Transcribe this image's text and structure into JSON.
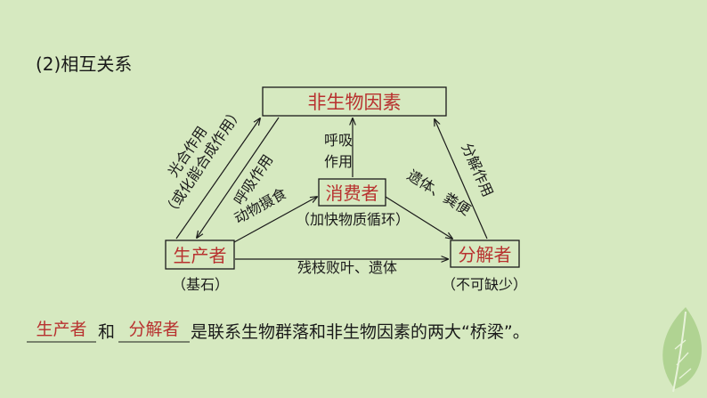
{
  "heading": "(2)相互关系",
  "nodes": {
    "abiotic": "非生物因素",
    "consumer": "消费者",
    "producer": "生产者",
    "decomposer": "分解者"
  },
  "notes": {
    "consumer": "（加快物质循环）",
    "producer": "（基石）",
    "decomposer": "（不可缺少）"
  },
  "edges": {
    "photosynthesis_line1": "光合作用",
    "photosynthesis_line2": "（或化能合成作用）",
    "producer_respiration": "呼吸作用",
    "consumer_respiration_line1": "呼吸",
    "consumer_respiration_line2": "作用",
    "feeding": "动物摄食",
    "remains_feces": "遗体、粪便",
    "decomposition": "分解作用",
    "litter": "残枝败叶、遗体"
  },
  "conclusion": {
    "blank1": "生产者",
    "connector": "和",
    "blank2": "分解者",
    "text": "是联系生物群落和非生物因素的两大“桥梁”。"
  },
  "colors": {
    "background": "#d6e9c0",
    "text": "#1a1a1a",
    "answer": "#b8312f",
    "leaf": "#a9cf8a"
  },
  "icons": [
    "leaf-icon"
  ]
}
